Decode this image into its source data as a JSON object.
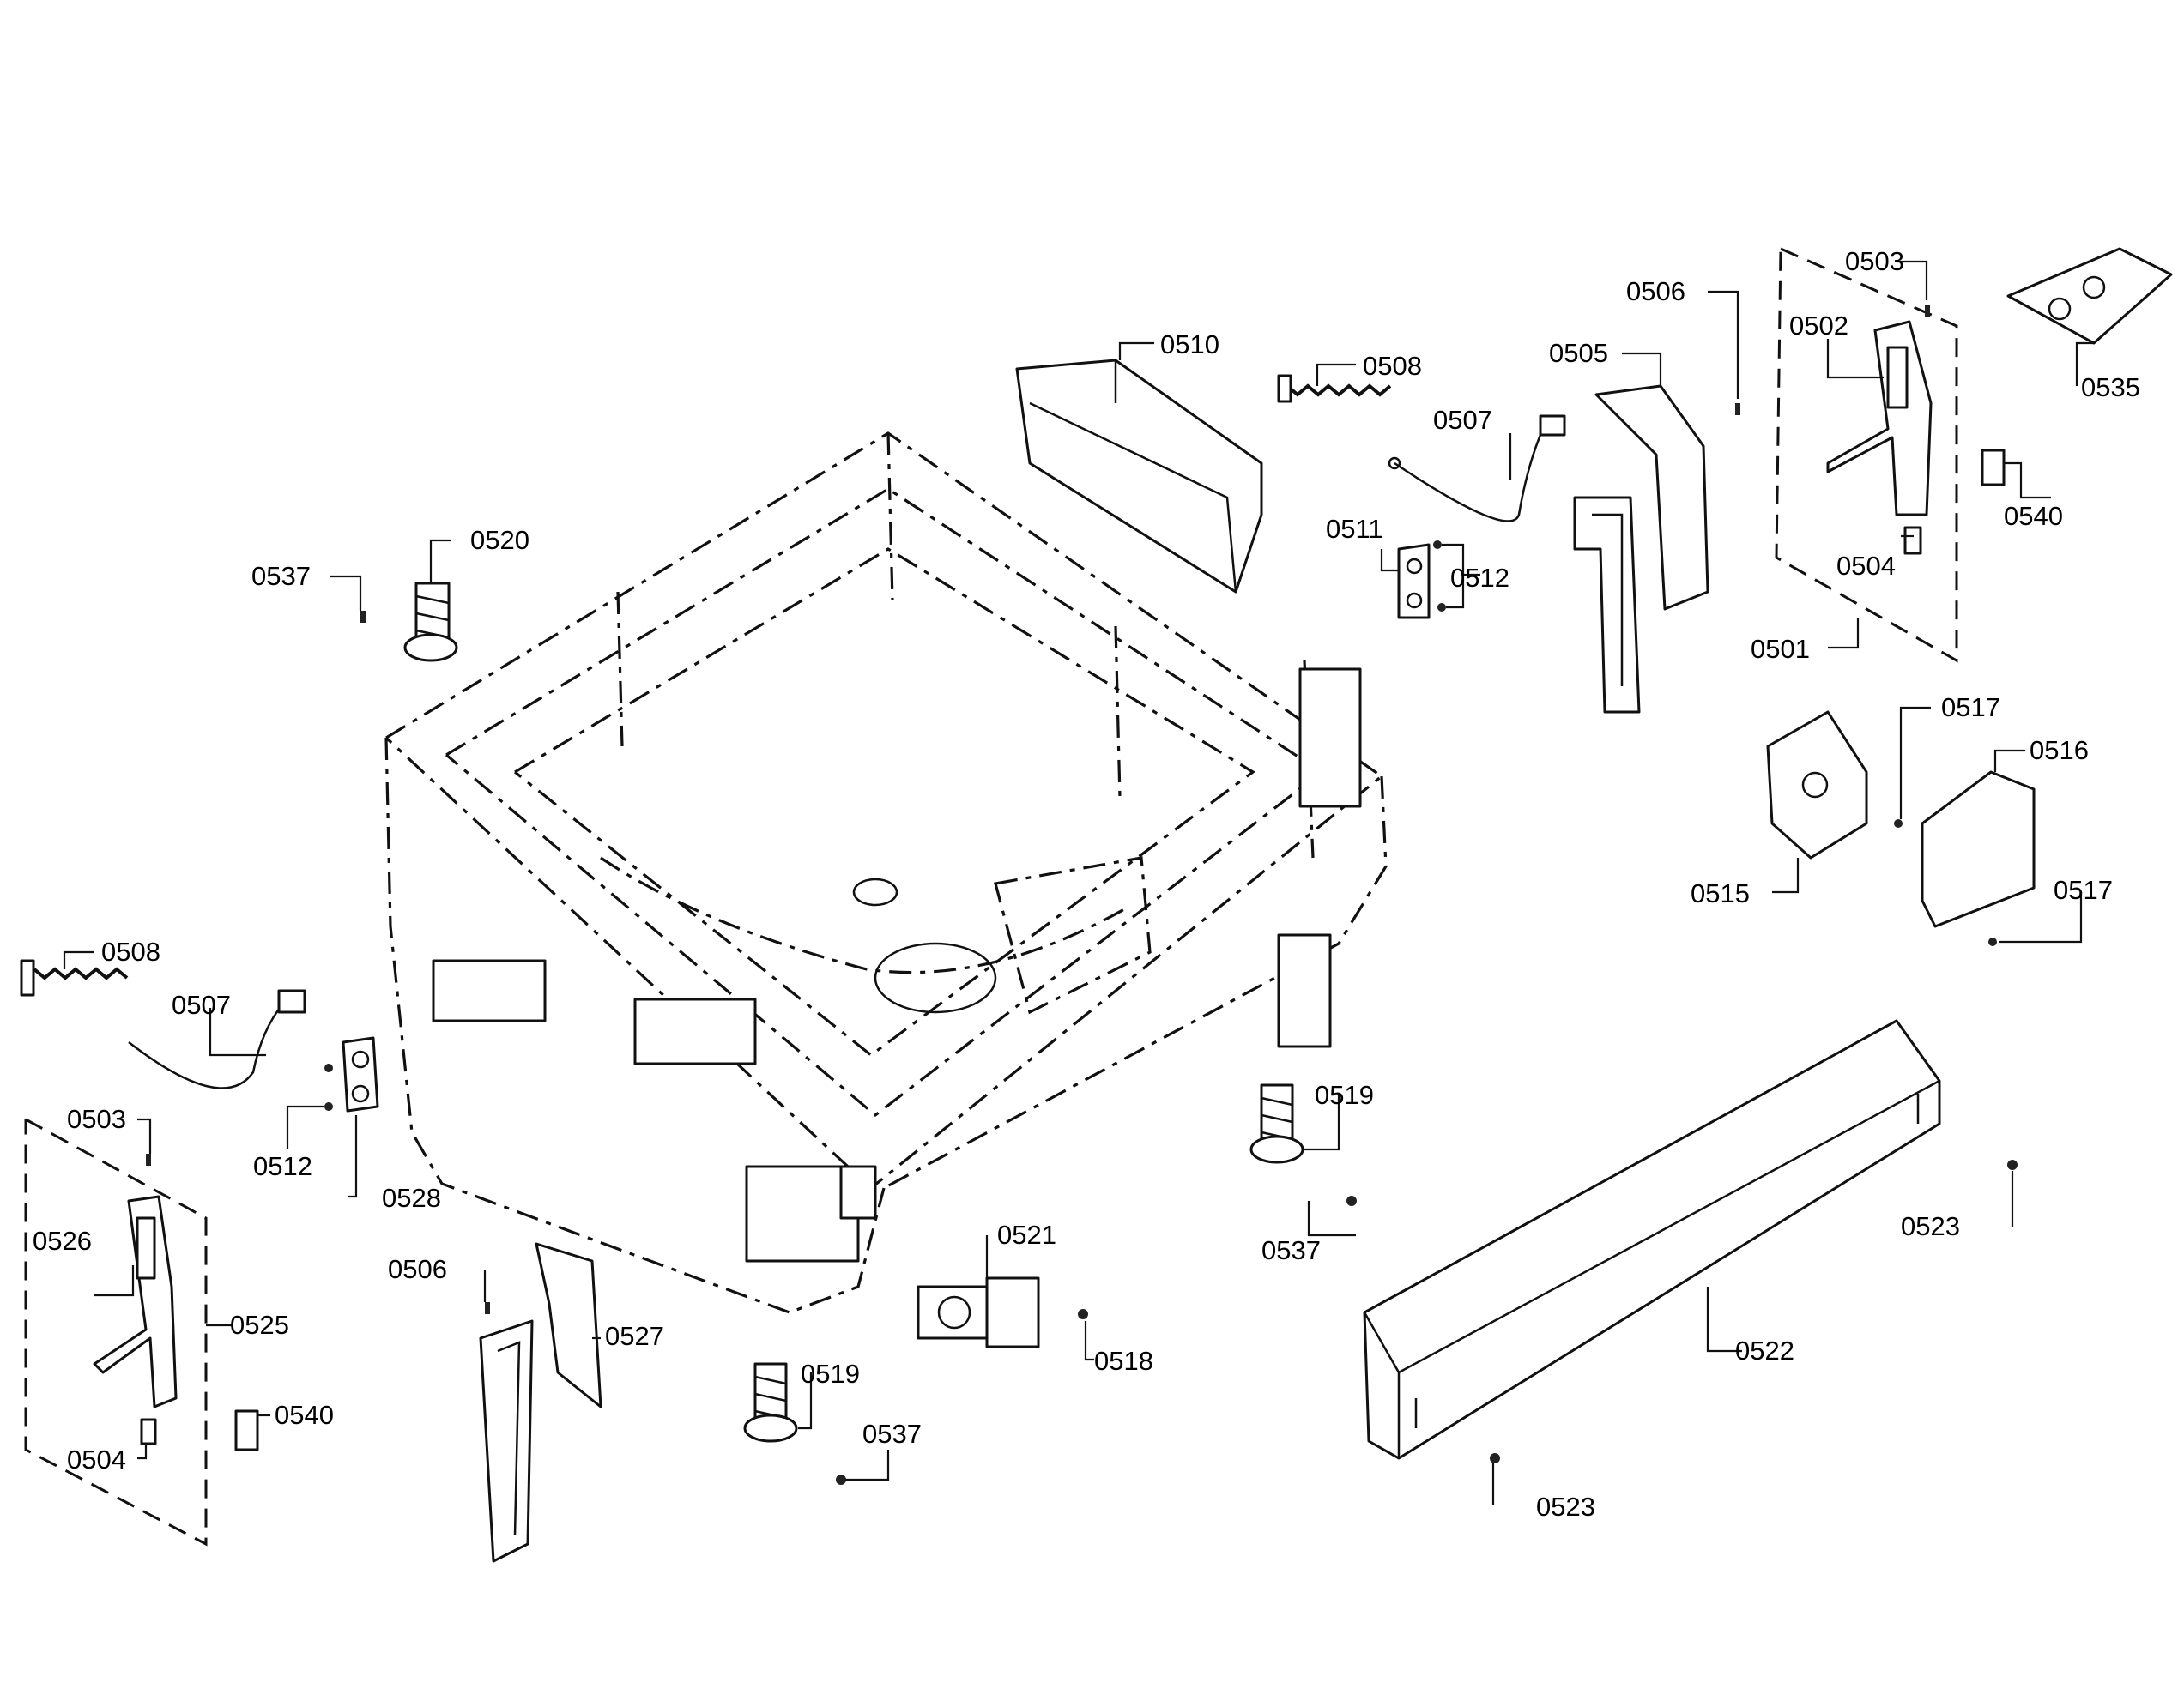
{
  "diagram": {
    "type": "exploded-parts-view",
    "callouts": [
      "0501",
      "0502",
      "0503",
      "0504",
      "0505",
      "0506",
      "0507",
      "0508",
      "0510",
      "0511",
      "0512",
      "0515",
      "0516",
      "0517",
      "0518",
      "0519",
      "0520",
      "0521",
      "0522",
      "0523",
      "0525",
      "0526",
      "0527",
      "0528",
      "0535",
      "0537",
      "0540"
    ]
  },
  "labels": {
    "c0503_top": "0503",
    "c0506_top": "0506",
    "c0502": "0502",
    "c0535": "0535",
    "c0505": "0505",
    "c0510": "0510",
    "c0508_top": "0508",
    "c0507_top": "0507",
    "c0540_top": "0540",
    "c0504_top": "0504",
    "c0511": "0511",
    "c0512_top": "0512",
    "c0520": "0520",
    "c0537_tl": "0537",
    "c0501": "0501",
    "c0517_a": "0517",
    "c0516": "0516",
    "c0515": "0515",
    "c0517_b": "0517",
    "c0508_left": "0508",
    "c0507_left": "0507",
    "c0503_left": "0503",
    "c0512_left": "0512",
    "c0528": "0528",
    "c0526": "0526",
    "c0525": "0525",
    "c0540_left": "0540",
    "c0504_left": "0504",
    "c0506_left": "0506",
    "c0527": "0527",
    "c0519_a": "0519",
    "c0537_mid": "0537",
    "c0521": "0521",
    "c0518": "0518",
    "c0519_b": "0519",
    "c0537_bot": "0537",
    "c0523_a": "0523",
    "c0522": "0522",
    "c0523_b": "0523"
  }
}
